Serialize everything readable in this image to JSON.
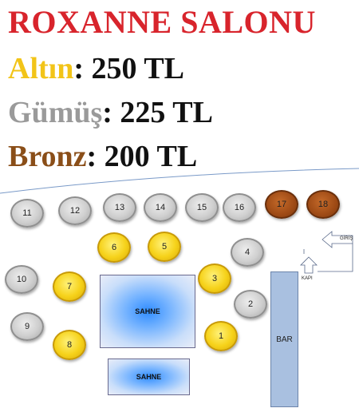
{
  "title": "ROXANNE SALONU",
  "prices": {
    "gold": {
      "tier": "Altın",
      "rest": ": 250 TL"
    },
    "silver": {
      "tier": "Gümüş",
      "rest": ": 225 TL"
    },
    "bronze": {
      "tier": "Bronz",
      "rest": ": 200 TL"
    }
  },
  "colors": {
    "title": "#d8242c",
    "gold": "#f2c418",
    "silver": "#9a9a9a",
    "bronze": "#8a4e18",
    "stage": "#2f8cff",
    "bar": "#a9c0e0"
  },
  "tables": {
    "t1": "1",
    "t2": "2",
    "t3": "3",
    "t4": "4",
    "t5": "5",
    "t6": "6",
    "t7": "7",
    "t8": "8",
    "t9": "9",
    "t10": "10",
    "t11": "11",
    "t12": "12",
    "t13": "13",
    "t14": "14",
    "t15": "15",
    "t16": "16",
    "t17": "17",
    "t18": "18"
  },
  "stage_main": "SAHNE",
  "stage_small": "SAHNE",
  "bar": "BAR",
  "entrance": "GİRİŞ",
  "door": "KAPI",
  "icons": {
    "entrance": "arrow-left-icon",
    "door": "arrow-up-icon"
  }
}
